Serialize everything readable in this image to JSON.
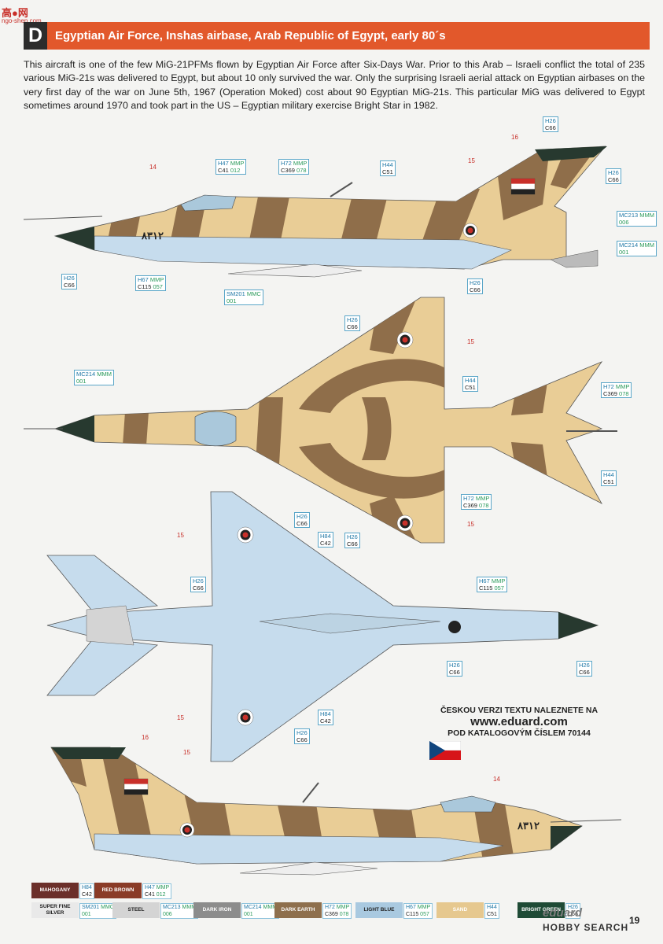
{
  "site": {
    "logo": "高●网",
    "sub": "ngo-shen.com"
  },
  "header": {
    "letter": "D",
    "title": "Egyptian Air Force, Inshas airbase, Arab Republic of Egypt, early 80´s"
  },
  "intro": "This aircraft is one of the few MiG-21PFMs flown by Egyptian Air Force after Six-Days War. Prior to this Arab – Israeli conflict the total of 235 various MiG-21s was delivered to Egypt, but about 10 only survived the war. Only the surprising Israeli aerial attack on Egyptian airbases on the very first day of the war on June 5th, 1967 (Operation Moked) cost about 90 Egyptian MiG-21s. This particular MiG was delivered to Egypt sometimes around 1970 and took part in the US – Egyptian military exercise Bright Star in 1982.",
  "refs": {
    "r1": [
      "H26",
      "",
      "C66",
      ""
    ],
    "r2": [
      "H47",
      "MMP",
      "C41",
      "012"
    ],
    "r3": [
      "H72",
      "MMP",
      "C369",
      "078"
    ],
    "r4": [
      "H44",
      "",
      "C51",
      ""
    ],
    "r5": [
      "H26",
      "",
      "C66",
      ""
    ],
    "r6": [
      "MC213",
      "MMM",
      "",
      "006"
    ],
    "r7": [
      "MC214",
      "MMM",
      "",
      "001"
    ],
    "r8": [
      "H26",
      "",
      "C66",
      ""
    ],
    "r9": [
      "H67",
      "MMP",
      "C115",
      "057"
    ],
    "r10": [
      "SM201",
      "MMC",
      "",
      "001"
    ],
    "r11": [
      "H26",
      "",
      "C66",
      ""
    ],
    "r12": [
      "H26",
      "",
      "C66",
      ""
    ],
    "r13": [
      "H44",
      "",
      "C51",
      ""
    ],
    "r14": [
      "MC214",
      "MMM",
      "",
      "001"
    ],
    "r15": [
      "H72",
      "MMP",
      "C369",
      "078"
    ],
    "r16": [
      "H44",
      "",
      "C51",
      ""
    ],
    "r17": [
      "H72",
      "MMP",
      "C369",
      "078"
    ],
    "r18": [
      "H26",
      "",
      "C66",
      ""
    ],
    "r19": [
      "H26",
      "",
      "C66",
      ""
    ],
    "r20": [
      "H84",
      "",
      "C42",
      ""
    ],
    "r21": [
      "H26",
      "",
      "C66",
      ""
    ],
    "r22": [
      "H67",
      "MMP",
      "C115",
      "057"
    ],
    "r23": [
      "H26",
      "",
      "C66",
      ""
    ],
    "r24": [
      "H26",
      "",
      "C66",
      ""
    ],
    "r25": [
      "H84",
      "",
      "C42",
      ""
    ],
    "r26": [
      "H26",
      "",
      "C66",
      ""
    ]
  },
  "numbers": {
    "n14": "14",
    "n15": "15",
    "n16": "16"
  },
  "tail_number": "٨٣١٢",
  "czech": {
    "line1": "ČESKOU VERZI TEXTU NALEZNETE NA",
    "line2": "www.eduard.com",
    "line3": "POD KATALOGOVÝM ČÍSLEM 70144"
  },
  "legend": [
    {
      "name": "MAHOGANY",
      "color": "#6b2f2a",
      "text": "#ffffff",
      "a": "H84",
      "b": "",
      "c": "C42",
      "d": ""
    },
    {
      "name": "RED BROWN",
      "color": "#8a3b27",
      "text": "#ffffff",
      "a": "H47",
      "b": "MMP",
      "c": "C41",
      "d": "012"
    },
    {
      "name": "SUPER FINE SILVER",
      "color": "#e9e9e9",
      "text": "#222222",
      "a": "SM201",
      "b": "MMC",
      "c": "",
      "d": "001"
    },
    {
      "name": "STEEL",
      "color": "#d4d4d4",
      "text": "#222222",
      "a": "MC213",
      "b": "MMM",
      "c": "",
      "d": "006"
    },
    {
      "name": "DARK IRON",
      "color": "#8c8c8c",
      "text": "#ffffff",
      "a": "MC214",
      "b": "MMM",
      "c": "",
      "d": "001"
    },
    {
      "name": "DARK EARTH",
      "color": "#8e6f4d",
      "text": "#ffffff",
      "a": "H72",
      "b": "MMP",
      "c": "C369",
      "d": "078"
    },
    {
      "name": "LIGHT BLUE",
      "color": "#a9c9e0",
      "text": "#222222",
      "a": "H67",
      "b": "MMP",
      "c": "C115",
      "d": "057"
    },
    {
      "name": "SAND",
      "color": "#e6c88f",
      "text": "#ffffff",
      "a": "H44",
      "b": "",
      "c": "C51",
      "d": ""
    },
    {
      "name": "BRIGHT GREEN",
      "color": "#1f4b36",
      "text": "#ffffff",
      "a": "H26",
      "b": "",
      "c": "C66",
      "d": ""
    }
  ],
  "brand": "eduard",
  "page_number": "19",
  "watermark": "HOBBY SEARCH",
  "colors": {
    "sand": "#e9cd96",
    "brown": "#8f6e4a",
    "blue": "#c6dced",
    "green": "#27392f",
    "accent": "#e2582b"
  }
}
